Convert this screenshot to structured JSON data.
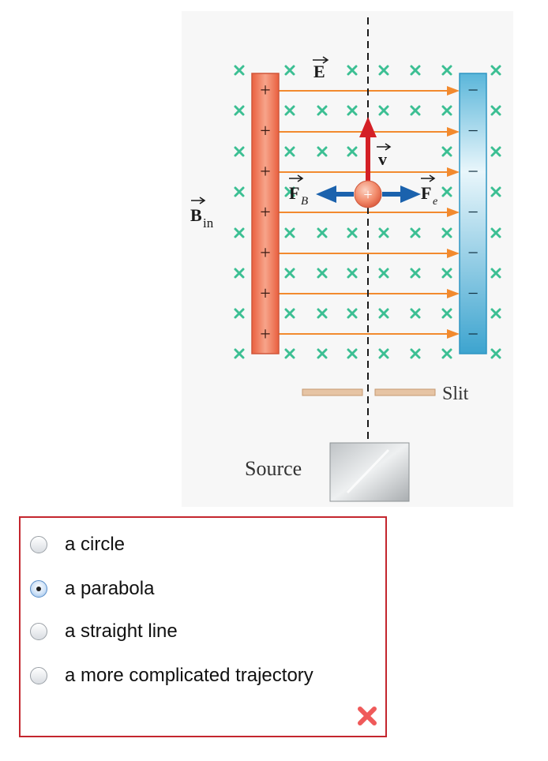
{
  "figure": {
    "labels": {
      "electric_field": "E",
      "magnetic_field": "B",
      "magnetic_field_subscript": "in",
      "velocity": "v",
      "magnetic_force": "F",
      "magnetic_force_subscript": "B",
      "electric_force": "F",
      "electric_force_subscript": "e",
      "particle_charge": "+",
      "slit": "Slit",
      "source": "Source"
    },
    "positive_plate_signs": [
      "+",
      "+",
      "+",
      "+",
      "+",
      "+",
      "+"
    ],
    "negative_plate_signs": [
      "−",
      "−",
      "−",
      "−",
      "−",
      "−",
      "−"
    ],
    "colors": {
      "positive_plate": "#ee7a5c",
      "negative_plate": "#5ab6da",
      "field_line": "#f28a2e",
      "b_field_marker": "#3cbf93",
      "velocity_arrow": "#d42026",
      "force_arrow": "#1b62ad"
    }
  },
  "quiz": {
    "options": [
      {
        "label": "a circle",
        "selected": false
      },
      {
        "label": "a parabola",
        "selected": true
      },
      {
        "label": "a straight line",
        "selected": false
      },
      {
        "label": "a more complicated trajectory",
        "selected": false
      }
    ],
    "result_icon": "wrong-x-icon",
    "colors": {
      "border": "#c4262e",
      "wrong_mark": "#ef5a5a"
    }
  }
}
